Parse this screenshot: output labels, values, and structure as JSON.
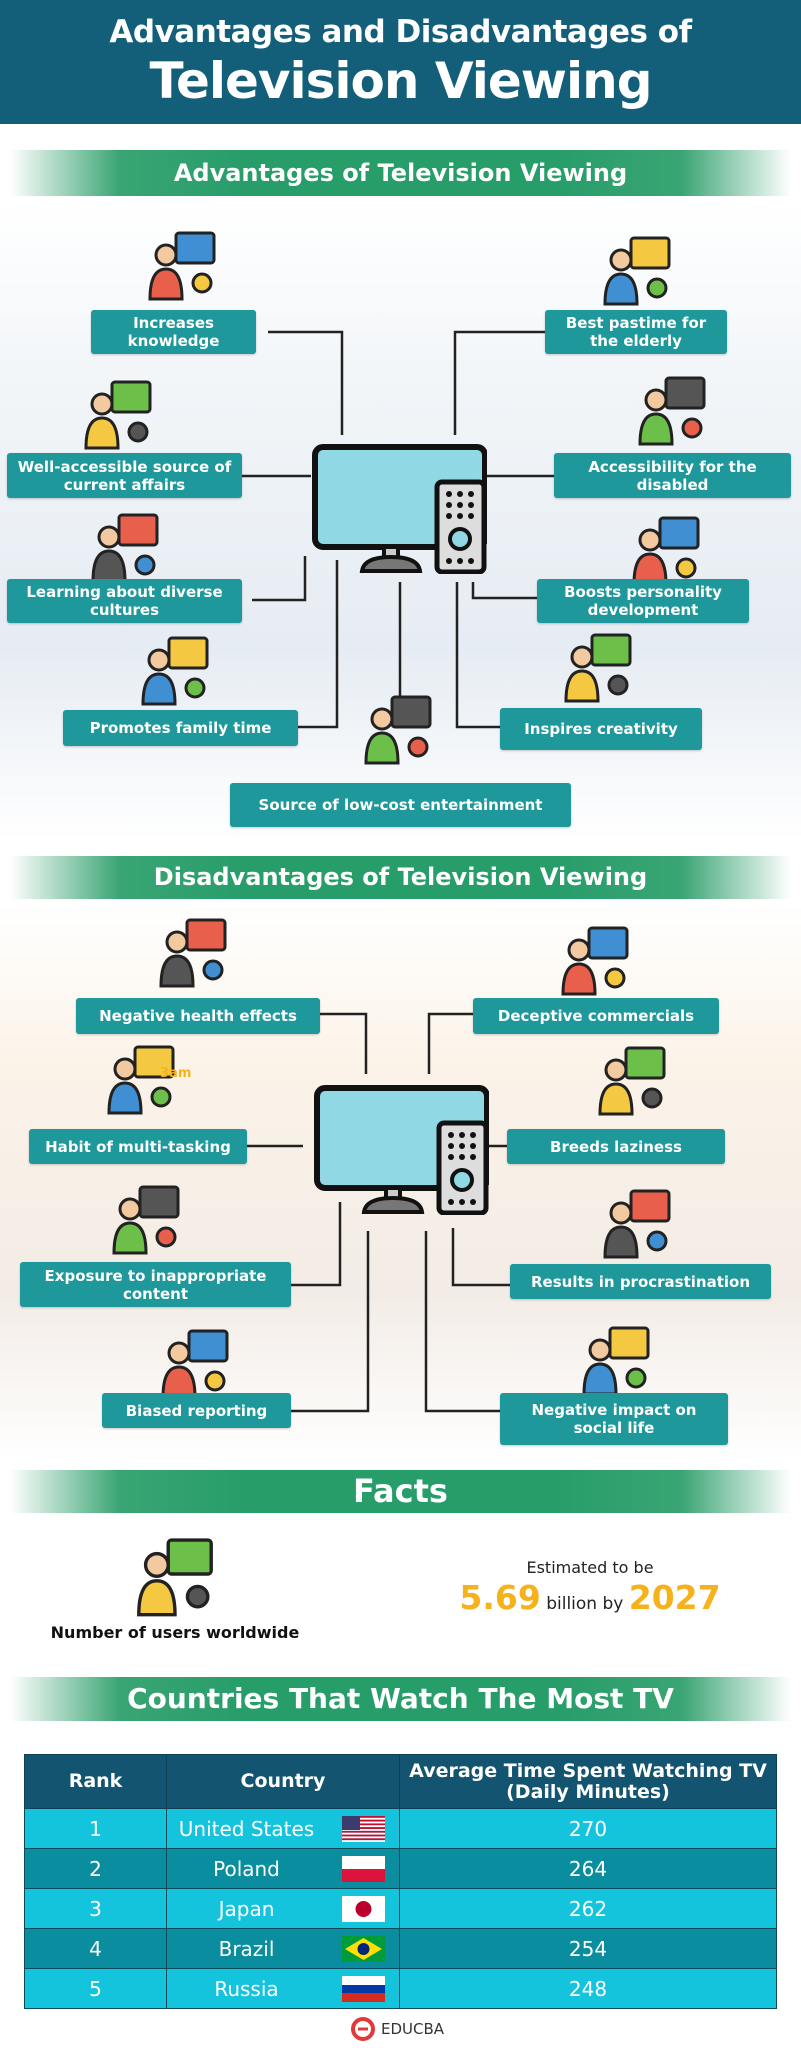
{
  "header": {
    "line1": "Advantages and Disadvantages of",
    "line2": "Television Viewing"
  },
  "advantages": {
    "title": "Advantages of Television Viewing",
    "items": [
      {
        "label": "Increases knowledge",
        "icon": "knowledge-lightbulb-icon"
      },
      {
        "label": "Best pastime for the elderly",
        "icon": "elderly-watching-tv-icon"
      },
      {
        "label": "Well-accessible source of current affairs",
        "icon": "news-anchor-icon"
      },
      {
        "label": "Accessibility for the disabled",
        "icon": "wheelchair-user-icon"
      },
      {
        "label": "Learning about diverse cultures",
        "icon": "global-people-icon"
      },
      {
        "label": "Boosts personality development",
        "icon": "personality-gears-icon"
      },
      {
        "label": "Promotes family time",
        "icon": "family-watching-icon"
      },
      {
        "label": "Inspires creativity",
        "icon": "creativity-bulb-icon"
      },
      {
        "label": "Source of low-cost entertainment",
        "icon": "coins-icon"
      }
    ]
  },
  "disadvantages": {
    "title": "Disadvantages of Television Viewing",
    "items": [
      {
        "label": "Negative health effects",
        "icon": "sick-person-icon"
      },
      {
        "label": "Deceptive commercials",
        "icon": "deceptive-ad-icon"
      },
      {
        "label": "Habit of multi-tasking",
        "icon": "late-night-laptop-icon"
      },
      {
        "label": "Breeds laziness",
        "icon": "sleeping-at-desk-icon"
      },
      {
        "label": "Exposure to inappropriate content",
        "icon": "kids-watching-icon"
      },
      {
        "label": "Results in procrastination",
        "icon": "procrastinating-clock-icon"
      },
      {
        "label": "Biased reporting",
        "icon": "reporter-icon"
      },
      {
        "label": "Negative impact on social life",
        "icon": "angry-person-icon"
      }
    ],
    "clock_text": "3am"
  },
  "facts": {
    "title": "Facts",
    "users_label": "Number of users worldwide",
    "estimate_prefix": "Estimated to be",
    "estimate_value": "5.69",
    "estimate_mid": "billion by",
    "estimate_year": "2027",
    "accent": "#f6b21b"
  },
  "countries": {
    "title": "Countries That Watch The Most TV",
    "columns": [
      "Rank",
      "Country",
      "Average Time Spent Watching TV (Daily Minutes)"
    ],
    "rows": [
      {
        "rank": "1",
        "country": "United States",
        "minutes": "270",
        "flag": "us"
      },
      {
        "rank": "2",
        "country": "Poland",
        "minutes": "264",
        "flag": "pl"
      },
      {
        "rank": "3",
        "country": "Japan",
        "minutes": "262",
        "flag": "jp"
      },
      {
        "rank": "4",
        "country": "Brazil",
        "minutes": "254",
        "flag": "br"
      },
      {
        "rank": "5",
        "country": "Russia",
        "minutes": "248",
        "flag": "ru"
      }
    ]
  },
  "footer": {
    "brand": "EDUCBA"
  },
  "colors": {
    "header": "#135f7a",
    "label": "#1e989b",
    "banner": "#279d6a",
    "table_header": "#135470",
    "row_light": "#14c4dd",
    "row_dark": "#0a8e9f"
  }
}
